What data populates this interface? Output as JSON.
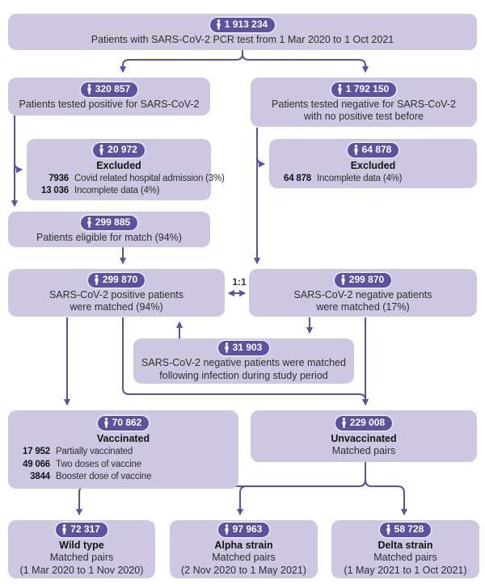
{
  "colors": {
    "box_fill": "#cdc7e2",
    "badge_fill": "#5b53a0",
    "badge_text": "#ffffff",
    "arrow": "#5e50a5",
    "text": "#2e2e2e"
  },
  "labels": {
    "match_ratio": "1:1"
  },
  "nodes": {
    "total": {
      "count": "1 913 234",
      "lines": [
        "Patients with SARS-CoV-2 PCR test from 1 Mar 2020 to 1 Oct 2021"
      ]
    },
    "positive": {
      "count": "320 857",
      "lines": [
        "Patients tested positive for SARS-CoV-2"
      ]
    },
    "negative": {
      "count": "1 792 150",
      "lines": [
        "Patients tested negative for SARS-CoV-2",
        "with no positive test before"
      ]
    },
    "excluded_positive": {
      "count": "20 972",
      "title": "Excluded",
      "stats": [
        {
          "value": "7936",
          "label": "Covid related hospital admission (3%)"
        },
        {
          "value": "13 036",
          "label": "Incomplete data (4%)"
        }
      ]
    },
    "excluded_negative": {
      "count": "64 878",
      "title": "Excluded",
      "stats": [
        {
          "value": "64 878",
          "label": "Incomplete data (4%)"
        }
      ]
    },
    "eligible": {
      "count": "299 885",
      "lines": [
        "Patients eligible for match (94%)"
      ]
    },
    "matched_positive": {
      "count": "299 870",
      "lines": [
        "SARS-CoV-2 positive patients",
        "were matched (94%)"
      ]
    },
    "matched_negative": {
      "count": "299 870",
      "lines": [
        "SARS-CoV-2 negative patients",
        "were matched (17%)"
      ]
    },
    "matched_following": {
      "count": "31 903",
      "lines": [
        "SARS-CoV-2 negative patients were matched",
        "following infection during study period"
      ]
    },
    "vaccinated": {
      "count": "70 862",
      "title": "Vaccinated",
      "stats": [
        {
          "value": "17 952",
          "label": "Partially vaccinated"
        },
        {
          "value": "49 066",
          "label": "Two doses of vaccine"
        },
        {
          "value": "3844",
          "label": "Booster dose of vaccine"
        }
      ]
    },
    "unvaccinated": {
      "count": "229 008",
      "title": "Unvaccinated",
      "lines": [
        "Matched pairs"
      ]
    },
    "wild_type": {
      "count": "72 317",
      "title": "Wild type",
      "lines": [
        "Matched pairs",
        "(1 Mar 2020 to 1 Nov 2020)"
      ]
    },
    "alpha_strain": {
      "count": "97 963",
      "title": "Alpha strain",
      "lines": [
        "Matched pairs",
        "(2 Nov 2020 to 1 May 2021)"
      ]
    },
    "delta_strain": {
      "count": "58 728",
      "title": "Delta strain",
      "lines": [
        "Matched pairs",
        "(1 May 2021 to 1 Oct 2021)"
      ]
    }
  }
}
